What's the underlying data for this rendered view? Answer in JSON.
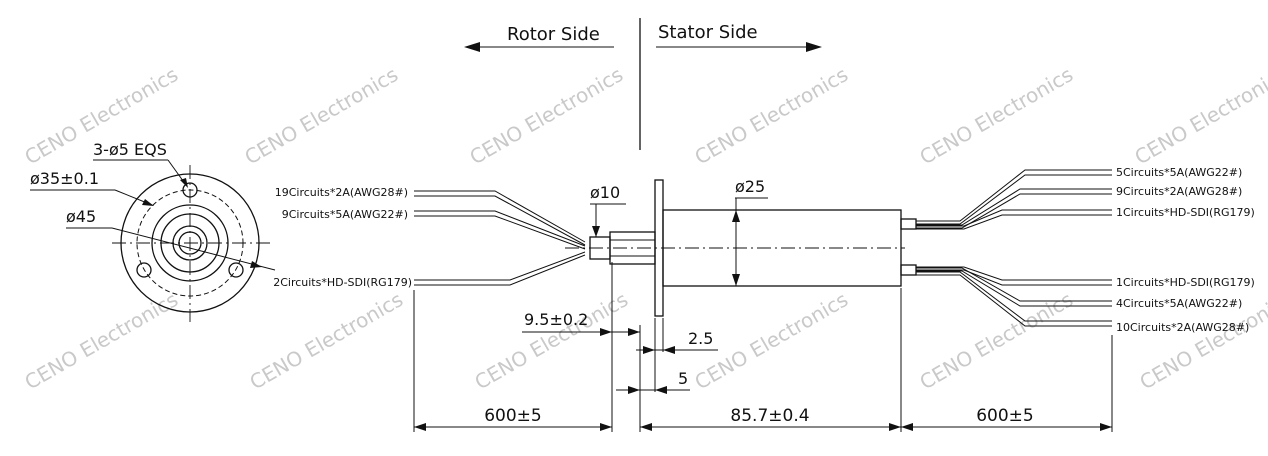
{
  "watermark": "CENO Electronics",
  "rotor_label": "Rotor Side",
  "stator_label": "Stator Side",
  "dims": {
    "holes": "3-ø5 EQS",
    "pcd": "ø35±0.1",
    "flange_od": "ø45",
    "shaft_dia": "ø10",
    "body_dia": "ø25",
    "shaft_ext": "9.5±0.2",
    "flange_thk": "2.5",
    "flange_gap": "5",
    "rotor_lead": "600±5",
    "body_len": "85.7±0.4",
    "stator_lead": "600±5"
  },
  "rotor_wires": [
    "19Circuits*2A(AWG28#)",
    "9Circuits*5A(AWG22#)",
    "2Circuits*HD-SDI(RG179)"
  ],
  "stator_wires": [
    "5Circuits*5A(AWG22#)",
    "9Circuits*2A(AWG28#)",
    "1Circuits*HD-SDI(RG179)",
    "1Circuits*HD-SDI(RG179)",
    "4Circuits*5A(AWG22#)",
    "10Circuits*2A(AWG28#)"
  ]
}
